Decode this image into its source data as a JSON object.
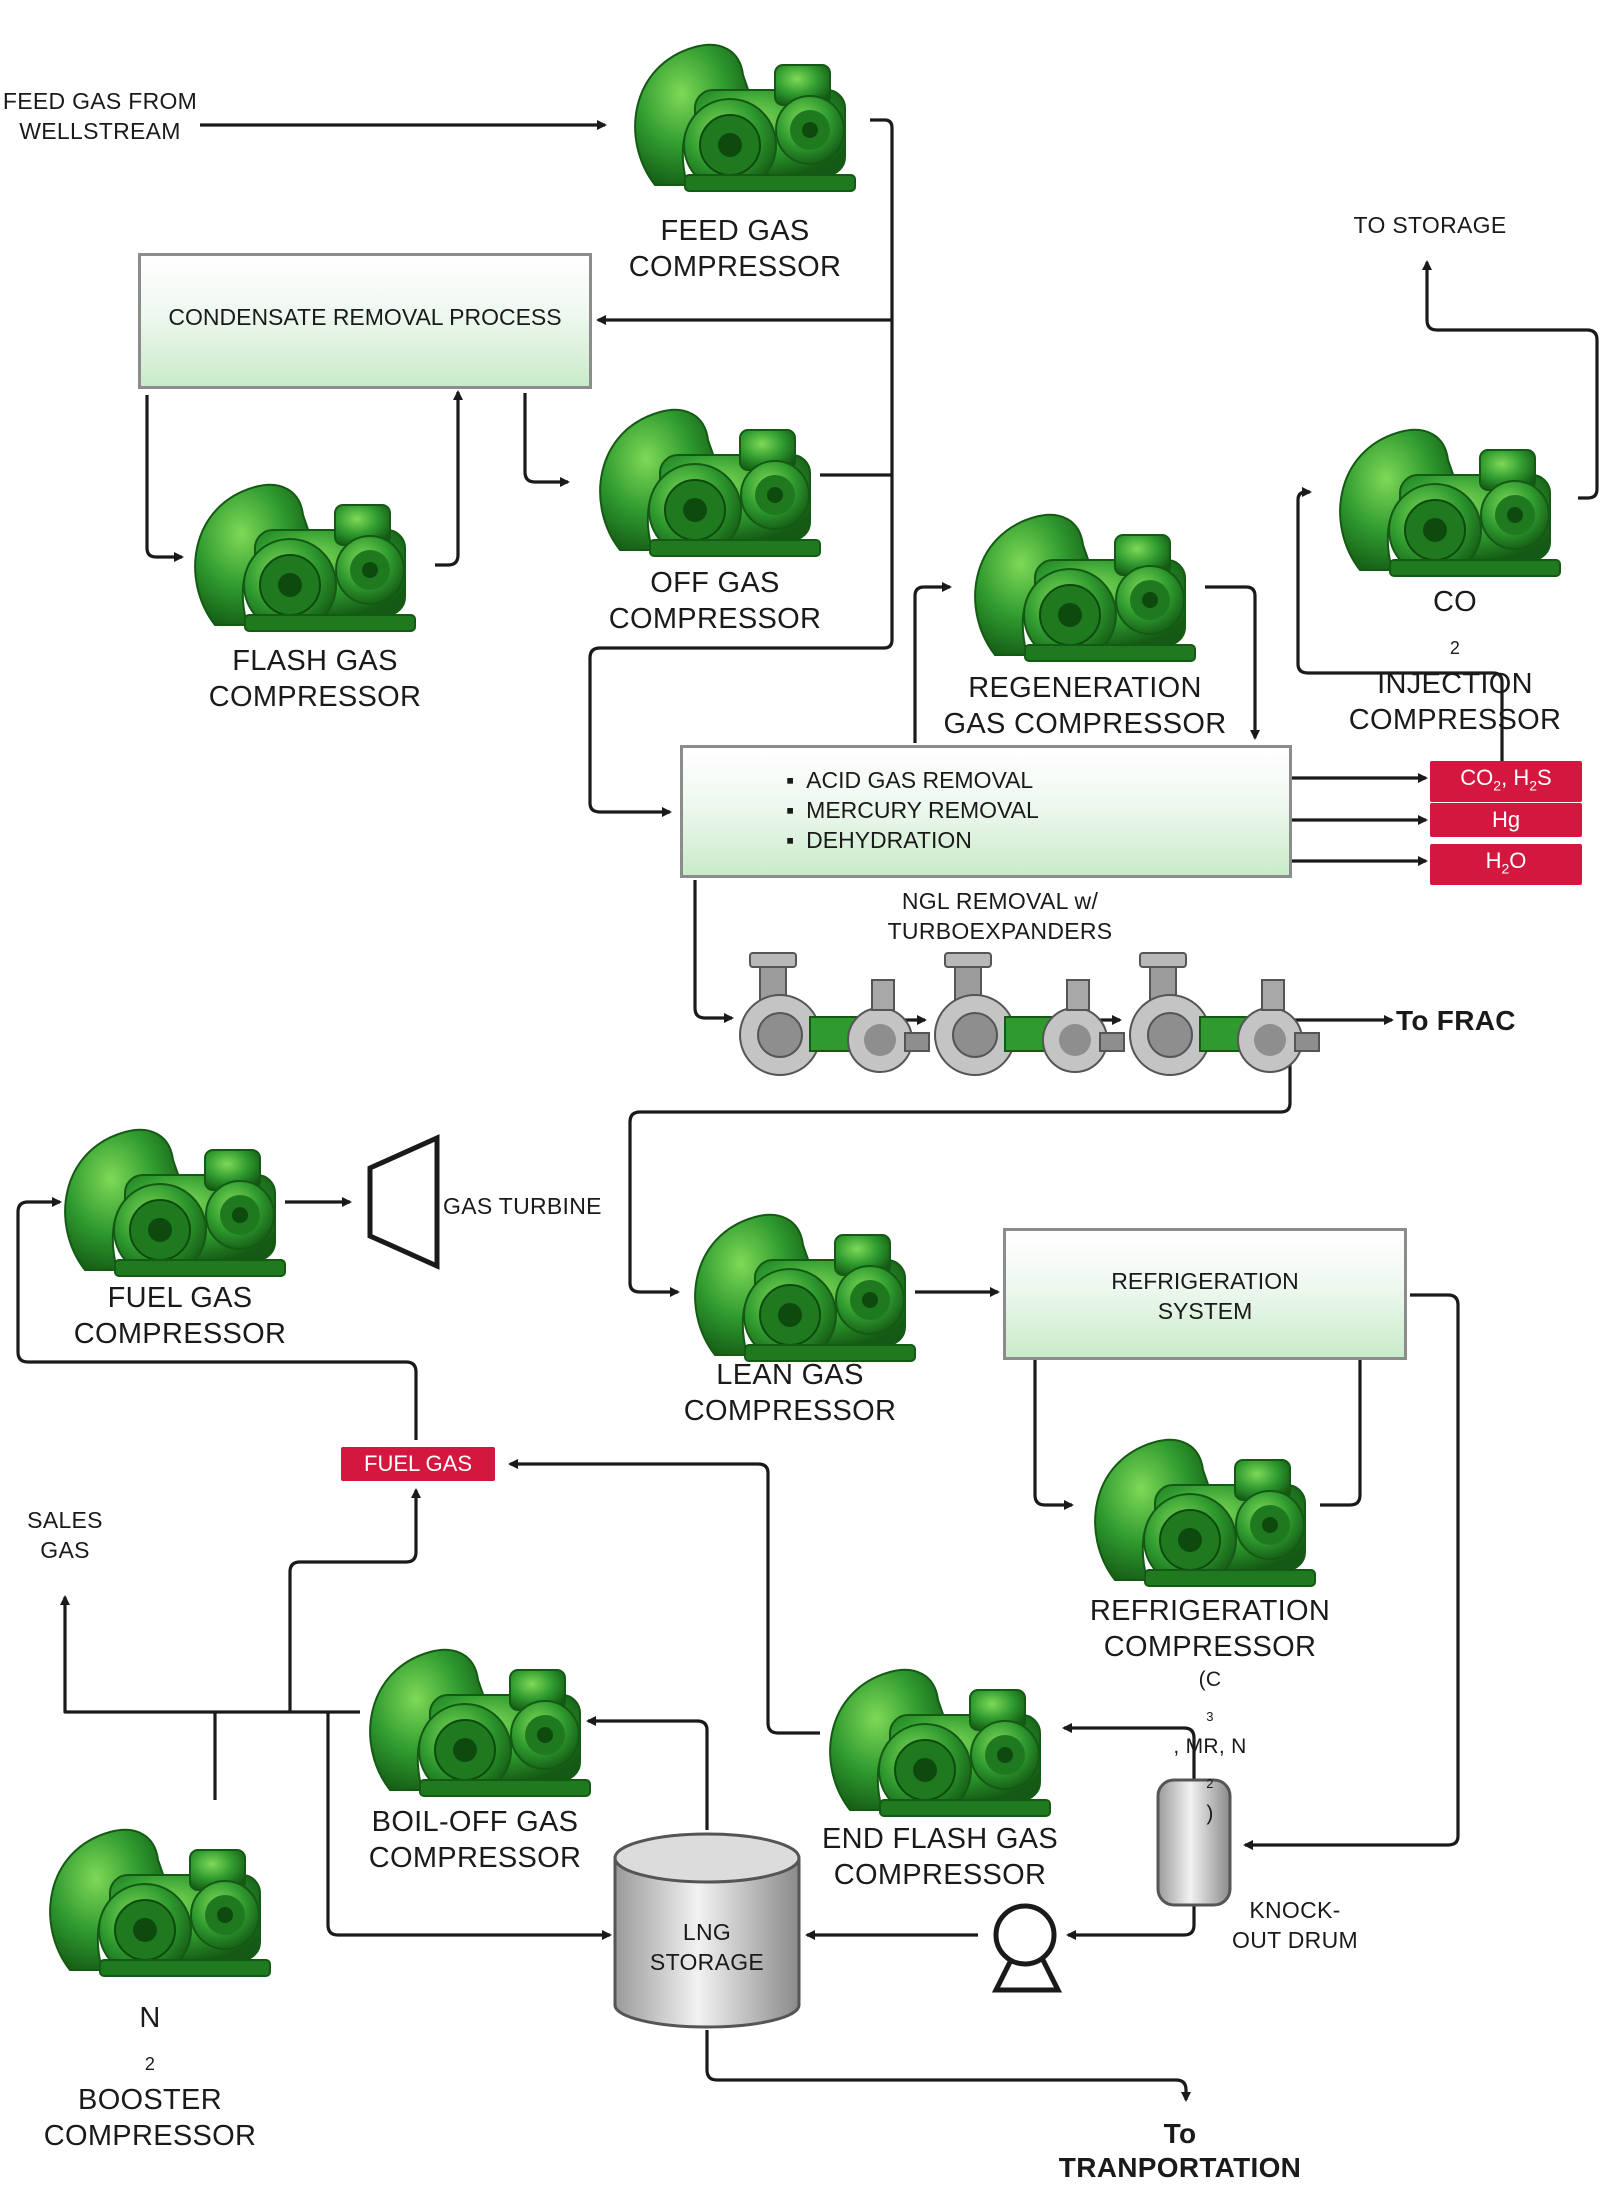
{
  "labels": {
    "feed_gas_from": [
      "FEED GAS FROM",
      "WELLSTREAM"
    ],
    "feed_gas_compressor": [
      "FEED GAS",
      "COMPRESSOR"
    ],
    "condensate_removal": "CONDENSATE REMOVAL PROCESS",
    "flash_gas_compressor": [
      "FLASH GAS",
      "COMPRESSOR"
    ],
    "off_gas_compressor": [
      "OFF GAS",
      "COMPRESSOR"
    ],
    "to_storage": "TO STORAGE",
    "co2_injection_compressor": [
      "CO",
      "2",
      " INJECTION",
      "COMPRESSOR"
    ],
    "regeneration_compressor": [
      "REGENERATION",
      "GAS COMPRESSOR"
    ],
    "treatment_items": [
      "ACID GAS REMOVAL",
      "MERCURY REMOVAL",
      "DEHYDRATION"
    ],
    "ngl_removal": [
      "NGL REMOVAL w/",
      "TURBOEXPANDERS"
    ],
    "to_frac": "To FRAC",
    "fuel_gas_compressor": [
      "FUEL GAS",
      "COMPRESSOR"
    ],
    "gas_turbine": "GAS TURBINE",
    "lean_gas_compressor": [
      "LEAN GAS",
      "COMPRESSOR"
    ],
    "refrigeration_system": [
      "REFRIGERATION",
      "SYSTEM"
    ],
    "refrigeration_compressor": [
      "REFRIGERATION",
      "COMPRESSOR"
    ],
    "refrigerants": [
      "(C",
      "3",
      ", MR, N",
      "2",
      ")"
    ],
    "sales_gas": [
      "SALES",
      "GAS"
    ],
    "fuel_gas": "FUEL GAS",
    "boil_off_compressor": [
      "BOIL-OFF GAS",
      "COMPRESSOR"
    ],
    "end_flash_compressor": [
      "END FLASH GAS",
      "COMPRESSOR"
    ],
    "knock_out_drum": [
      "KNOCK-",
      "OUT DRUM"
    ],
    "lng_storage": [
      "LNG",
      "STORAGE"
    ],
    "n2_booster": [
      "N",
      "2",
      " BOOSTER",
      "COMPRESSOR"
    ],
    "to_transportation": [
      "To",
      "TRANPORTATION"
    ]
  },
  "outputs": {
    "co2_h2s": [
      "CO",
      "2",
      ", H",
      "2",
      "S"
    ],
    "hg": "Hg",
    "h2o": [
      "H",
      "2",
      "O"
    ]
  },
  "colors": {
    "compressor_green": "#2f9a2f",
    "tag_red": "#d4173f",
    "box_green": "#c9ebc9",
    "line": "#1a1a1a"
  },
  "icons": [
    "compressor-icon",
    "turboexpander-icon",
    "gas-turbine-icon",
    "pump-icon",
    "knock-out-drum-icon",
    "lng-tank-icon"
  ]
}
